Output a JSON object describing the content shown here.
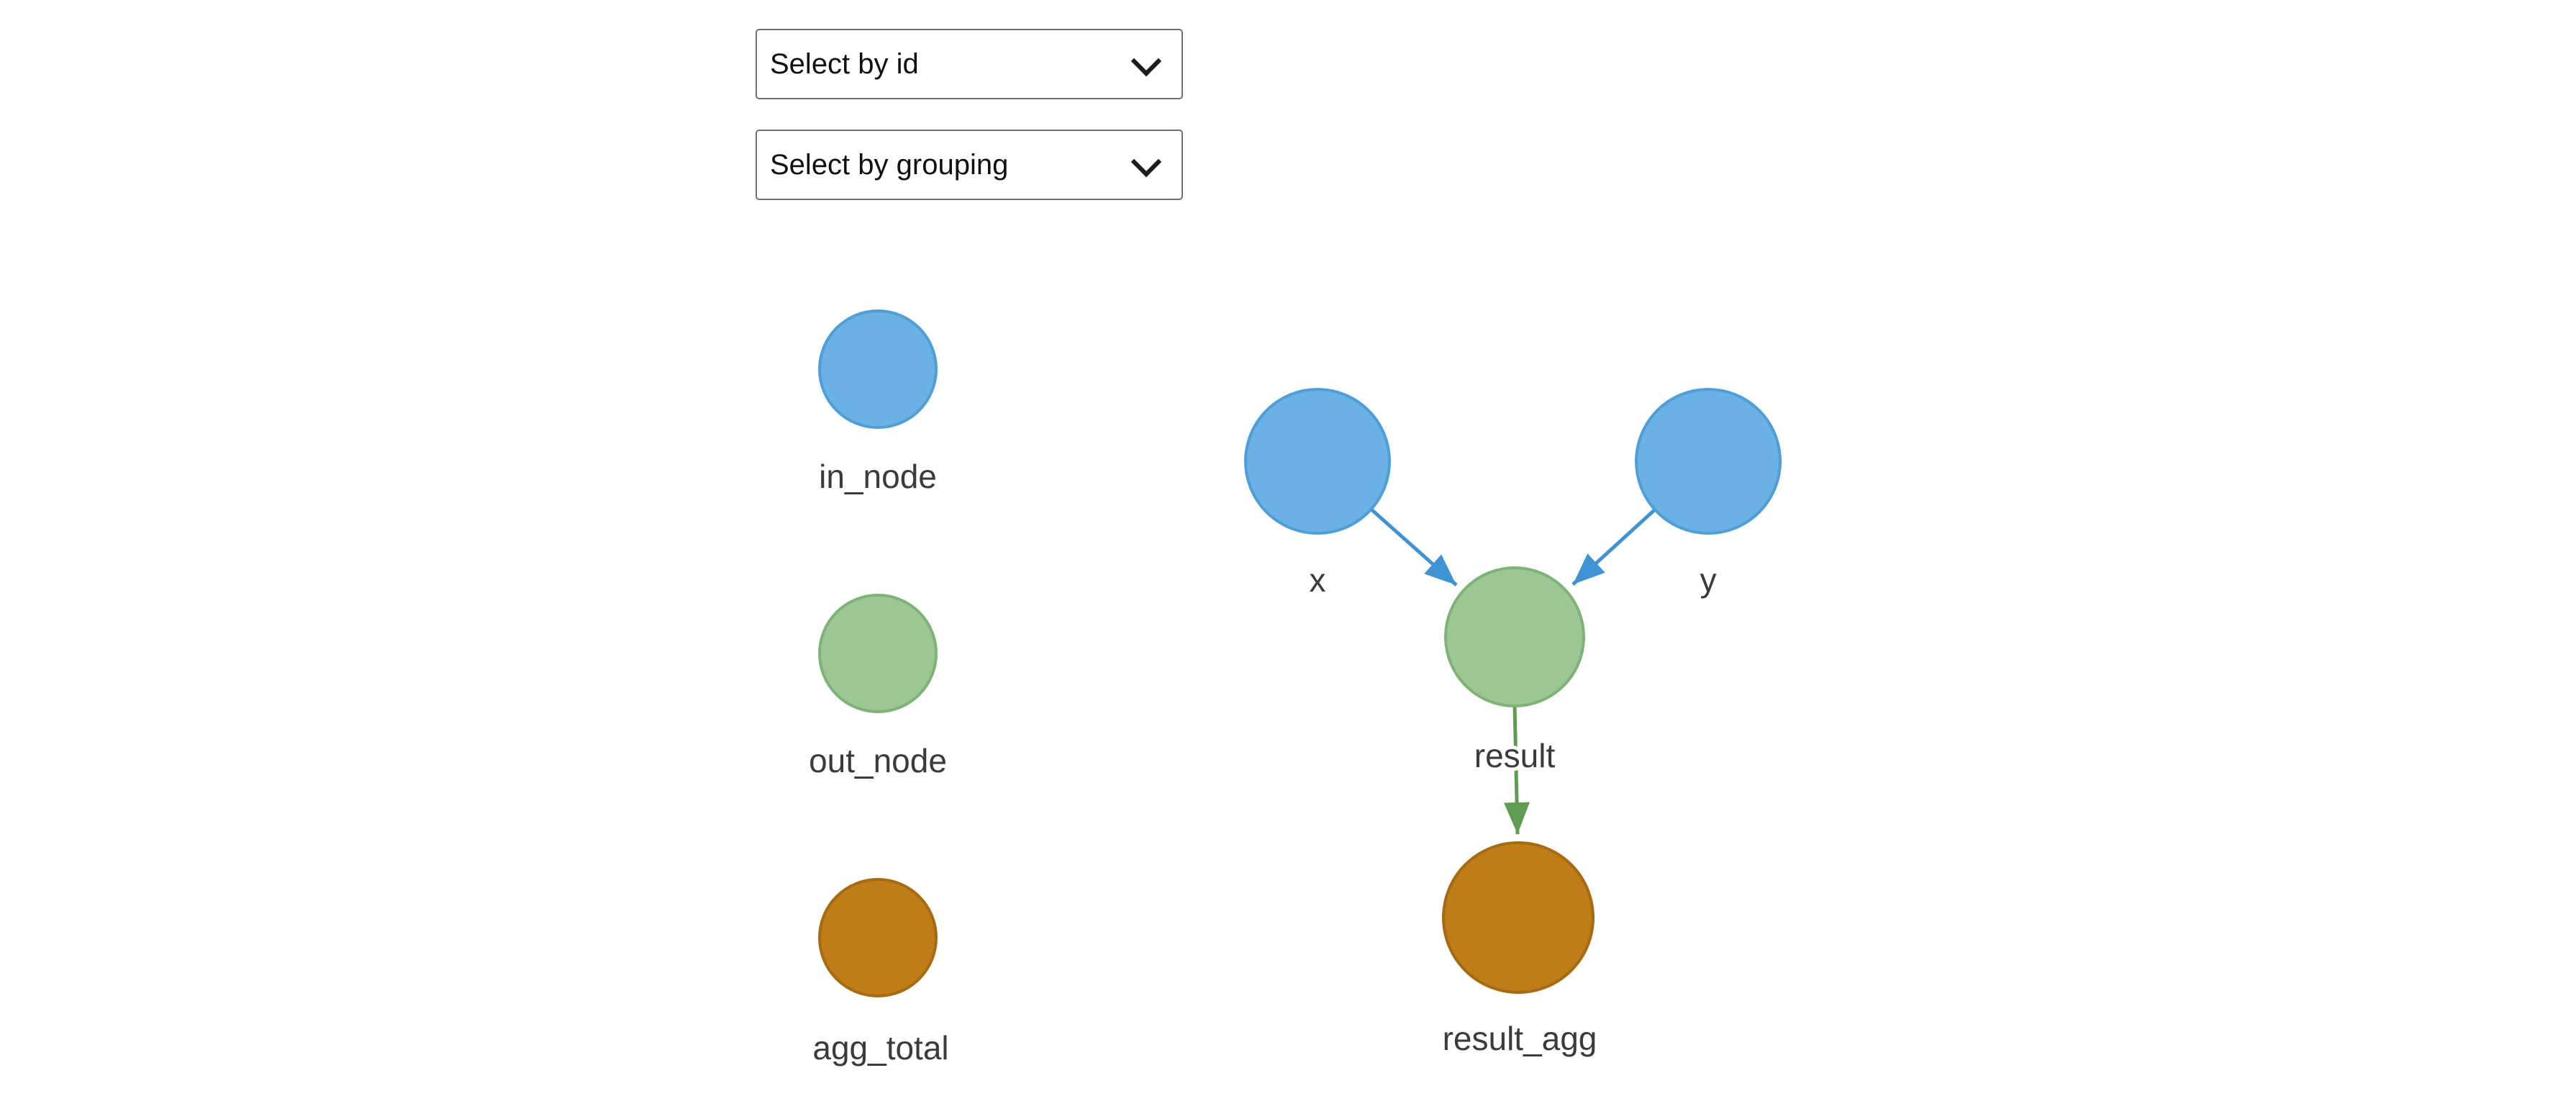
{
  "app": {
    "background": "#ffffff"
  },
  "controls": {
    "select_by_id": {
      "selected": "Select by id"
    },
    "select_by_grouping": {
      "selected": "Select by grouping"
    }
  },
  "legend": {
    "items": [
      {
        "key": "in_node",
        "label": "in_node",
        "fill": "#6ab2e4",
        "stroke": "#4f9ed8"
      },
      {
        "key": "out_node",
        "label": "out_node",
        "fill": "#9cc795",
        "stroke": "#7fb277"
      },
      {
        "key": "agg_total",
        "label": "agg_total",
        "fill": "#c07c19",
        "stroke": "#a66a11"
      }
    ]
  },
  "graph": {
    "label_color": "#3b3b3b",
    "edge_colors": {
      "in_edge": "#3f93d2",
      "agg_edge": "#5d9c51"
    },
    "nodes": [
      {
        "id": "x",
        "label": "x",
        "type": "in_node",
        "fill": "#6ab2e4",
        "stroke": "#4f9ed8"
      },
      {
        "id": "y",
        "label": "y",
        "type": "in_node",
        "fill": "#6ab2e4",
        "stroke": "#4f9ed8"
      },
      {
        "id": "result",
        "label": "result",
        "type": "out_node",
        "fill": "#9cc795",
        "stroke": "#7fb277"
      },
      {
        "id": "result_agg",
        "label": "result_agg",
        "type": "agg_total",
        "fill": "#c07c19",
        "stroke": "#a66a11"
      }
    ],
    "edges": [
      {
        "from": "x",
        "to": "result",
        "color_key": "in_edge"
      },
      {
        "from": "y",
        "to": "result",
        "color_key": "in_edge"
      },
      {
        "from": "result",
        "to": "result_agg",
        "color_key": "agg_edge"
      }
    ]
  }
}
